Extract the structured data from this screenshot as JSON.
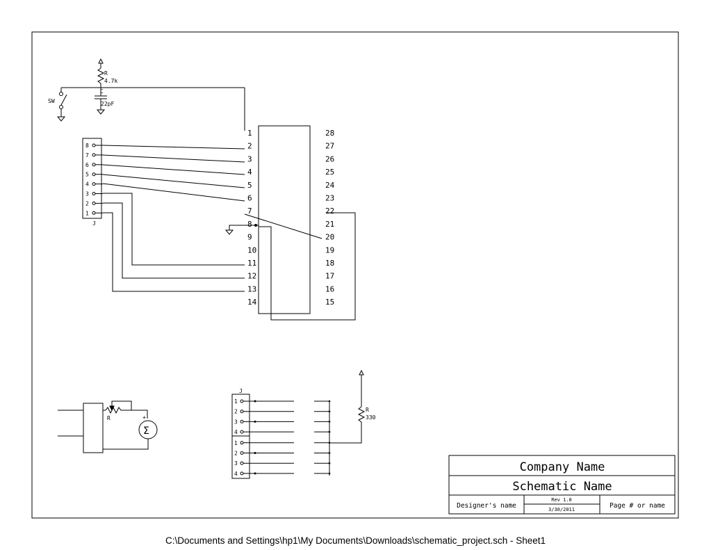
{
  "switch": {
    "label": "SW"
  },
  "resistor_pullup": {
    "ref": "R",
    "value": "4.7k"
  },
  "capacitor": {
    "ref": "C",
    "value": "22pF"
  },
  "connector_top": {
    "ref": "J",
    "pins": [
      "8",
      "7",
      "6",
      "5",
      "4",
      "3",
      "2",
      "1"
    ]
  },
  "ic": {
    "left_pins": [
      "1",
      "2",
      "3",
      "4",
      "5",
      "6",
      "7",
      "8",
      "9",
      "10",
      "11",
      "12",
      "13",
      "14"
    ],
    "right_pins": [
      "28",
      "27",
      "26",
      "25",
      "24",
      "23",
      "22",
      "21",
      "20",
      "19",
      "18",
      "17",
      "16",
      "15"
    ]
  },
  "pot_circuit": {
    "ref": "R",
    "plus": "+",
    "sigma": "Σ"
  },
  "connector_bottom": {
    "ref": "J",
    "pins_a": [
      "1",
      "2",
      "3",
      "4"
    ],
    "pins_b": [
      "1",
      "2",
      "3",
      "4"
    ]
  },
  "resistor_bottom": {
    "ref": "R",
    "value": "330"
  },
  "title_block": {
    "company": "Company Name",
    "schematic": "Schematic Name",
    "designer": "Designer's name",
    "revision": "Rev 1.0",
    "date": "3/30/2011",
    "page": "Page # or name"
  },
  "footer": "C:\\Documents and Settings\\hp1\\My Documents\\Downloads\\schematic_project.sch  -  Sheet1"
}
